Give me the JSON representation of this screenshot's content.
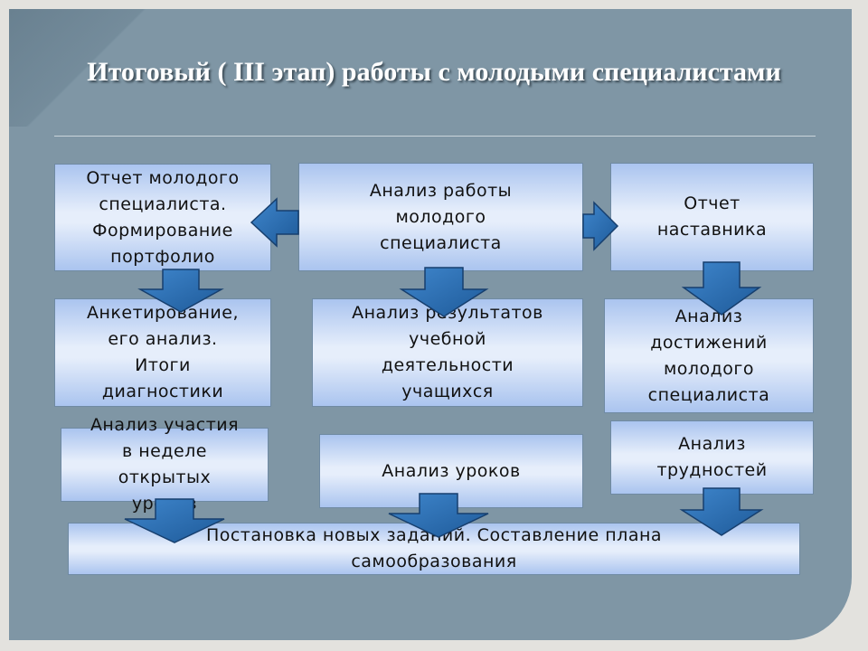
{
  "title": "Итоговый ( III этап) работы с молодыми специалистами",
  "colors": {
    "arrow": "#2a6aad",
    "arrow_edge": "#173f6e",
    "panel": "#7f96a5"
  },
  "boxes": {
    "report_young": "Отчет молодого\nспециалиста.\nФормирование\nпортфолио",
    "analysis_work": "Анализ работы\nмолодого\nспециалиста",
    "report_mentor": "Отчет\nнаставника",
    "survey": "Анкетирование,\nего анализ.\nИтоги\nдиагностики",
    "analysis_results": "Анализ результатов\nучебной\nдеятельности\nучащихся",
    "analysis_achievements": "Анализ\nдостижений\nмолодого\nспециалиста",
    "analysis_openweek": "Анализ участия\nв неделе\nоткрытых\nуроков",
    "analysis_lessons": "Анализ уроков",
    "analysis_difficulties": "Анализ\nтрудностей",
    "new_tasks": "Постановка новых заданий. Составление плана\nсамообразования"
  },
  "arrow_icons": [
    "arrow-left-icon",
    "arrow-right-icon",
    "arrow-down-icon"
  ]
}
